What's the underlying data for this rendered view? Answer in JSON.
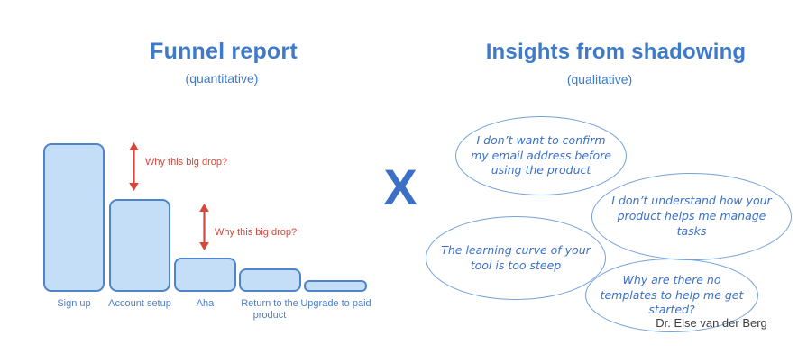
{
  "funnel": {
    "title": "Funnel report",
    "subtitle": "(quantitative)",
    "bars": [
      {
        "label": "Sign up"
      },
      {
        "label": "Account setup"
      },
      {
        "label": "Aha"
      },
      {
        "label": "Return to the product"
      },
      {
        "label": "Upgrade to paid"
      }
    ],
    "drop_notes": [
      {
        "text": "Why this big drop?"
      },
      {
        "text": "Why this big drop?"
      }
    ]
  },
  "connector": {
    "symbol": "X"
  },
  "insights": {
    "title": "Insights from shadowing",
    "subtitle": "(qualitative)",
    "bubbles": [
      {
        "text": "I don’t want to confirm my email address before using the product"
      },
      {
        "text": "I don’t understand how your product helps me manage tasks"
      },
      {
        "text": "The learning curve of your tool is too steep"
      },
      {
        "text": "Why are there no templates to help me get started?"
      }
    ],
    "attribution": "Dr. Else van der Berg"
  },
  "colors": {
    "title_blue": "#3d7ac9",
    "bar_fill": "#c5def7",
    "bar_stroke": "#4d84cb",
    "bar_label_blue": "#4c7fcb",
    "annotation_red": "#d8453a",
    "bubble_stroke": "#74a1d8",
    "handwriting_blue": "#3a70c8",
    "attribution_gray": "#3c3c3c"
  },
  "chart_data": {
    "type": "bar",
    "title": "Funnel report (quantitative)",
    "categories": [
      "Sign up",
      "Account setup",
      "Aha",
      "Return to the product",
      "Upgrade to paid"
    ],
    "values": [
      100,
      62,
      23,
      16,
      8
    ],
    "ylabel": "",
    "xlabel": "",
    "note": "No numeric axis shown; values are relative bar heights (% of first stage) estimated from pixels"
  }
}
